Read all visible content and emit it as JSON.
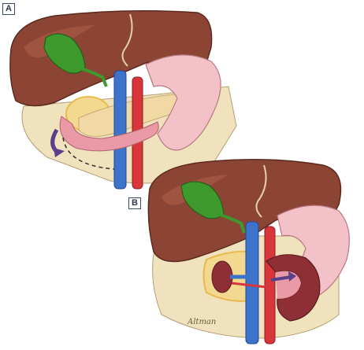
{
  "panels": [
    {
      "label": "A"
    },
    {
      "label": "B"
    }
  ],
  "signature": "Altman",
  "colors": {
    "liver": "#8c4434",
    "liver_highlight": "#a85a45",
    "gallbladder": "#3f9a2e",
    "stomach": "#f3c2c8",
    "duodenum": "#e99aa6",
    "pancreas": "#f1d9a6",
    "kidney": "#8e2f35",
    "vena_cava": "#3e73cc",
    "aorta": "#d9363c",
    "peritoneum": "#efe2bc",
    "arrow": "#5a3f8a"
  }
}
